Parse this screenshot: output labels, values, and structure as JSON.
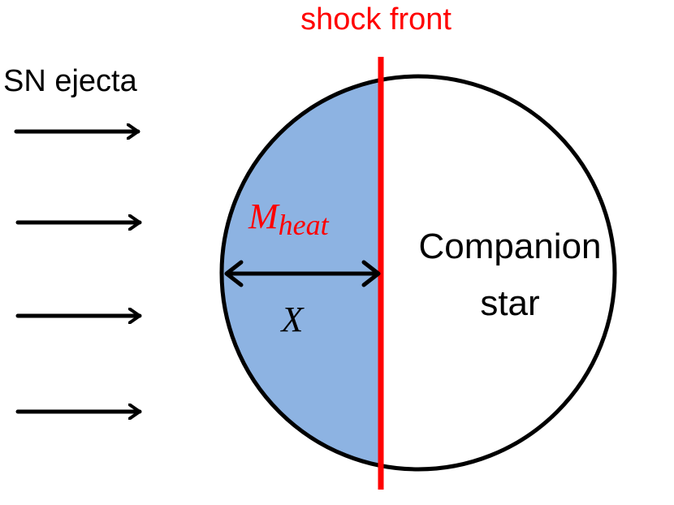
{
  "labels": {
    "shock_front": "shock front",
    "sn_ejecta": "SN ejecta",
    "mass_symbol": "M",
    "mass_subscript": "heat",
    "depth_symbol": "X",
    "companion_line1": "Companion",
    "companion_line2": "star"
  },
  "colors": {
    "shock": "#ff0000",
    "heated_region": "#8db3e2",
    "outline": "#000000",
    "background": "#ffffff"
  }
}
